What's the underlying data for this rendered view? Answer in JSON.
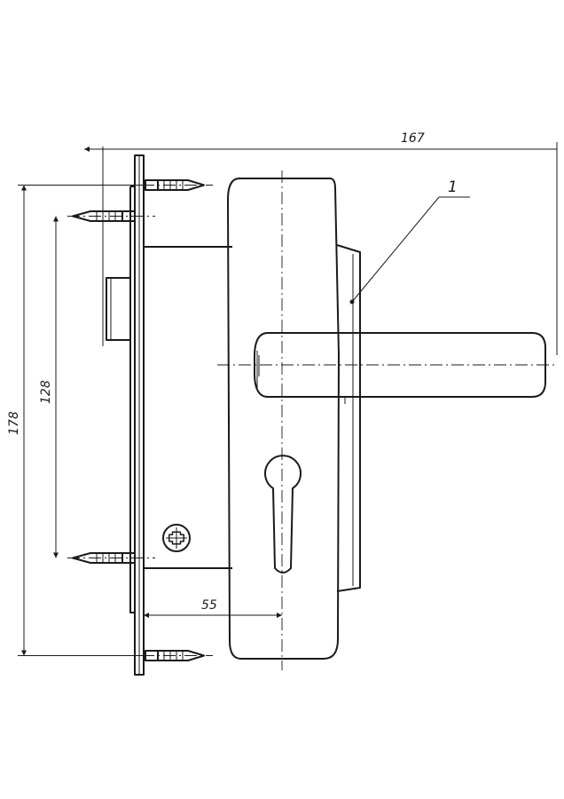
{
  "drawing": {
    "dimensions": {
      "overall_width": "167",
      "overall_height": "178",
      "screw_spacing": "128",
      "backset": "55"
    },
    "callouts": {
      "part_number": "1"
    }
  }
}
